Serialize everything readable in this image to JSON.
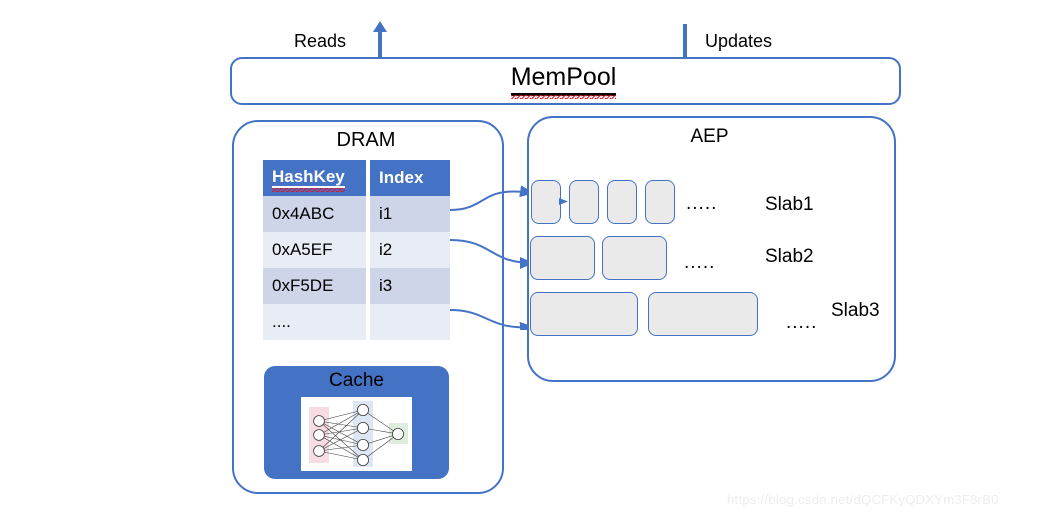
{
  "diagram": {
    "title": "MemPool DRAM-AEP hybrid memory architecture",
    "accent_color": "#4472C4",
    "table_header_color": "#4472C4",
    "row_dark_color": "#CFD5E8",
    "row_light_color": "#E8ECF5",
    "slab_block_color": "#EAEAEA"
  },
  "top": {
    "reads_label": "Reads",
    "updates_label": "Updates",
    "mempool_label": "MemPool"
  },
  "dram": {
    "title": "DRAM",
    "table": {
      "columns": [
        "HashKey",
        "Index"
      ],
      "rows": [
        [
          "0x4ABC",
          "i1"
        ],
        [
          "0xA5EF",
          "i2"
        ],
        [
          "0xF5DE",
          "i3"
        ],
        [
          "....",
          ""
        ]
      ]
    },
    "cache": {
      "title": "Cache",
      "network": {
        "input_nodes": 3,
        "hidden_nodes": 4,
        "output_nodes": 1,
        "input_bg": "#F7DCE3",
        "hidden_bg": "#DCE7F3",
        "output_bg": "#DFEDDF"
      }
    }
  },
  "aep": {
    "title": "AEP",
    "slabs": [
      {
        "name": "Slab1",
        "blocks": 4,
        "dots": "....."
      },
      {
        "name": "Slab2",
        "blocks": 2,
        "dots": "....."
      },
      {
        "name": "Slab3",
        "blocks": 2,
        "dots": "....."
      }
    ]
  },
  "watermark": {
    "text": "https://blog.csdn.net/dQCFKyQDXYm3F8rB0"
  }
}
